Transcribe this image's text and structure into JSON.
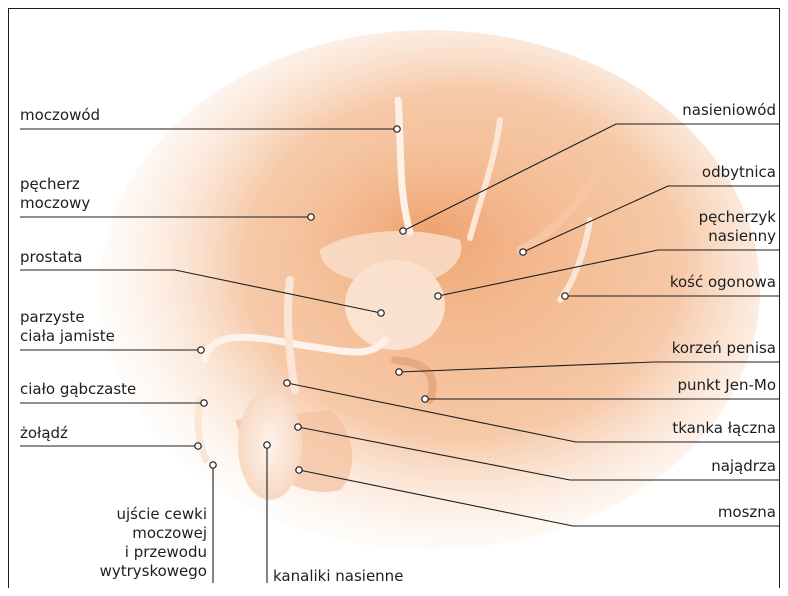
{
  "diagram": {
    "labels_left": [
      {
        "id": "ureter",
        "text": "moczowód"
      },
      {
        "id": "bladder",
        "text": "pęcherz\nmoczowy"
      },
      {
        "id": "prostate",
        "text": "prostata"
      },
      {
        "id": "corpora",
        "text": "parzyste\nciała jamiste"
      },
      {
        "id": "spongy",
        "text": "ciało gąbczaste"
      },
      {
        "id": "glans",
        "text": "żołądź"
      },
      {
        "id": "urethra_opening",
        "text": "ujście cewki\nmoczowej\ni przewodu\nwytryskowego"
      },
      {
        "id": "tubules",
        "text": "kanaliki nasienne"
      }
    ],
    "labels_right": [
      {
        "id": "vas",
        "text": "nasieniowód"
      },
      {
        "id": "rectum",
        "text": "odbytnica"
      },
      {
        "id": "vesicle",
        "text": "pęcherzyk\nnasienny"
      },
      {
        "id": "coccyx",
        "text": "kość ogonowa"
      },
      {
        "id": "root",
        "text": "korzeń penisa"
      },
      {
        "id": "jenmo",
        "text": "punkt Jen-Mo"
      },
      {
        "id": "tissue",
        "text": "tkanka łączna"
      },
      {
        "id": "epididymis",
        "text": "najądrza"
      },
      {
        "id": "scrotum",
        "text": "moszna"
      }
    ]
  }
}
